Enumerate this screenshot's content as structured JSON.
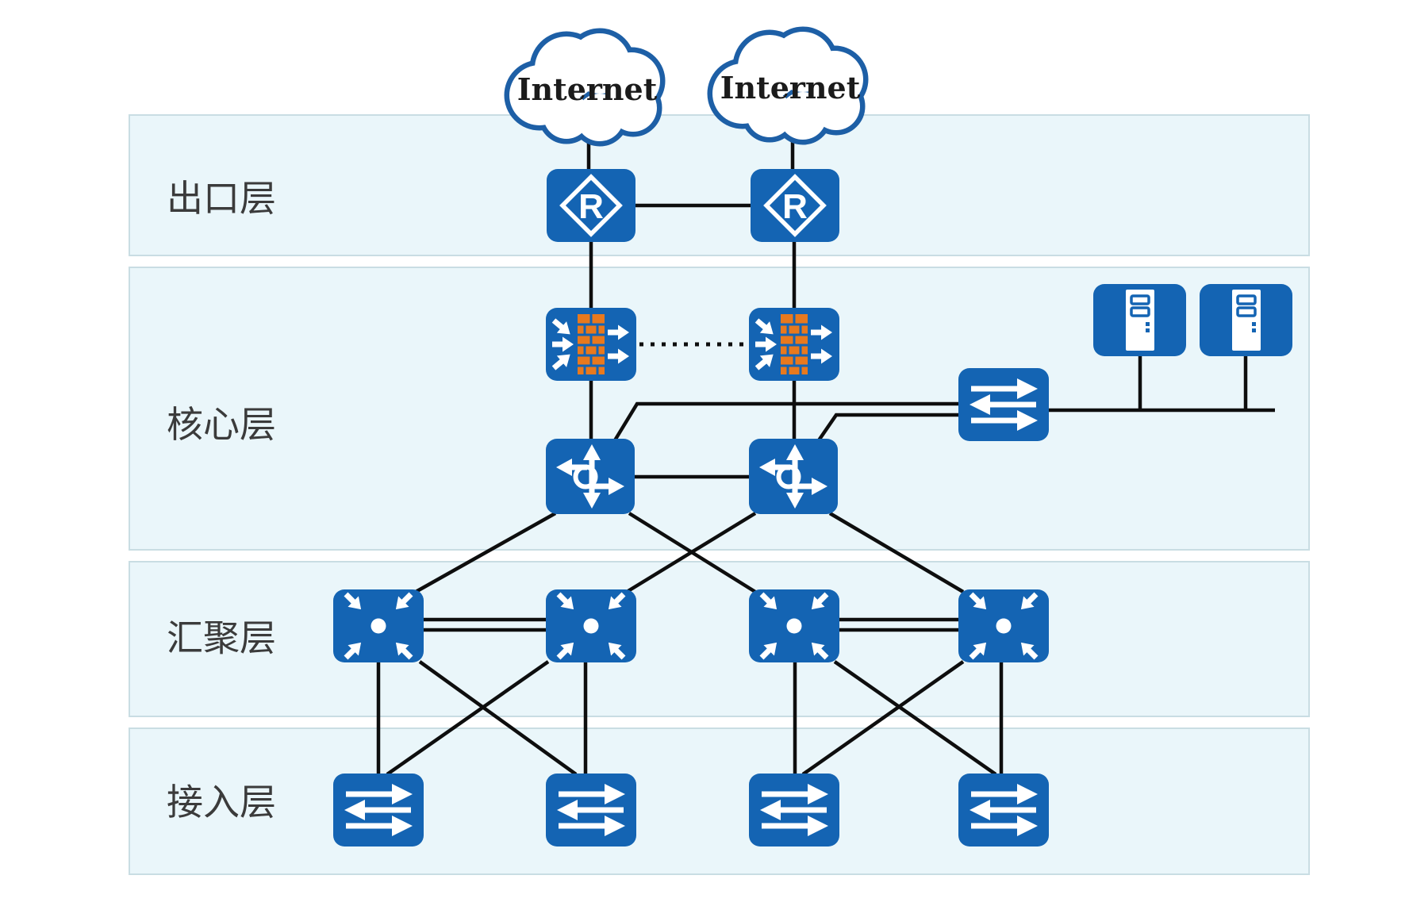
{
  "diagram": {
    "type": "campus-network-layered-topology",
    "clouds": [
      {
        "label": "Internet"
      },
      {
        "label": "Internet"
      }
    ],
    "router_label": "R",
    "layers": [
      {
        "id": "egress",
        "label": "出口层",
        "devices": [
          "router",
          "router"
        ]
      },
      {
        "id": "core",
        "label": "核心层",
        "devices": [
          "firewall",
          "firewall",
          "l3-core-switch",
          "l3-core-switch",
          "l2-switch",
          "server",
          "server"
        ]
      },
      {
        "id": "aggregation",
        "label": "汇聚层",
        "devices": [
          "aggregation-switch",
          "aggregation-switch",
          "aggregation-switch",
          "aggregation-switch"
        ]
      },
      {
        "id": "access",
        "label": "接入层",
        "devices": [
          "l2-access-switch",
          "l2-access-switch",
          "l2-access-switch",
          "l2-access-switch"
        ]
      }
    ],
    "links": [
      {
        "from": "internet-1",
        "to": "router-1",
        "style": "solid"
      },
      {
        "from": "internet-2",
        "to": "router-2",
        "style": "solid"
      },
      {
        "from": "router-1",
        "to": "router-2",
        "style": "solid"
      },
      {
        "from": "router-1",
        "to": "firewall-1",
        "style": "solid"
      },
      {
        "from": "router-2",
        "to": "firewall-2",
        "style": "solid"
      },
      {
        "from": "firewall-1",
        "to": "firewall-2",
        "style": "dotted"
      },
      {
        "from": "firewall-1",
        "to": "core-switch-1",
        "style": "solid"
      },
      {
        "from": "firewall-2",
        "to": "core-switch-2",
        "style": "solid"
      },
      {
        "from": "core-switch-1",
        "to": "core-switch-2",
        "style": "solid"
      },
      {
        "from": "core-switch-1",
        "to": "server-switch",
        "style": "solid"
      },
      {
        "from": "core-switch-2",
        "to": "server-switch",
        "style": "solid"
      },
      {
        "from": "server-switch",
        "to": "server-1",
        "style": "solid"
      },
      {
        "from": "server-switch",
        "to": "server-2",
        "style": "solid"
      },
      {
        "from": "core-switch-1",
        "to": "agg-switch-1",
        "style": "solid"
      },
      {
        "from": "core-switch-1",
        "to": "agg-switch-3",
        "style": "solid"
      },
      {
        "from": "core-switch-2",
        "to": "agg-switch-2",
        "style": "solid"
      },
      {
        "from": "core-switch-2",
        "to": "agg-switch-4",
        "style": "solid"
      },
      {
        "from": "agg-switch-1",
        "to": "agg-switch-2",
        "style": "double"
      },
      {
        "from": "agg-switch-3",
        "to": "agg-switch-4",
        "style": "double"
      },
      {
        "from": "agg-switch-1",
        "to": "access-switch-1",
        "style": "solid"
      },
      {
        "from": "agg-switch-1",
        "to": "access-switch-2",
        "style": "solid"
      },
      {
        "from": "agg-switch-2",
        "to": "access-switch-1",
        "style": "solid"
      },
      {
        "from": "agg-switch-2",
        "to": "access-switch-2",
        "style": "solid"
      },
      {
        "from": "agg-switch-3",
        "to": "access-switch-3",
        "style": "solid"
      },
      {
        "from": "agg-switch-3",
        "to": "access-switch-4",
        "style": "solid"
      },
      {
        "from": "agg-switch-4",
        "to": "access-switch-3",
        "style": "solid"
      },
      {
        "from": "agg-switch-4",
        "to": "access-switch-4",
        "style": "solid"
      }
    ],
    "colors": {
      "device_blue": "#1464b3",
      "cloud_stroke_blue": "#1d5fa6",
      "brick_orange": "#e8791e",
      "band_fill": "#eaf6fa",
      "band_border": "#c9dde3",
      "link_color": "#0e0e0e",
      "label_color": "#3b3b3b"
    }
  }
}
